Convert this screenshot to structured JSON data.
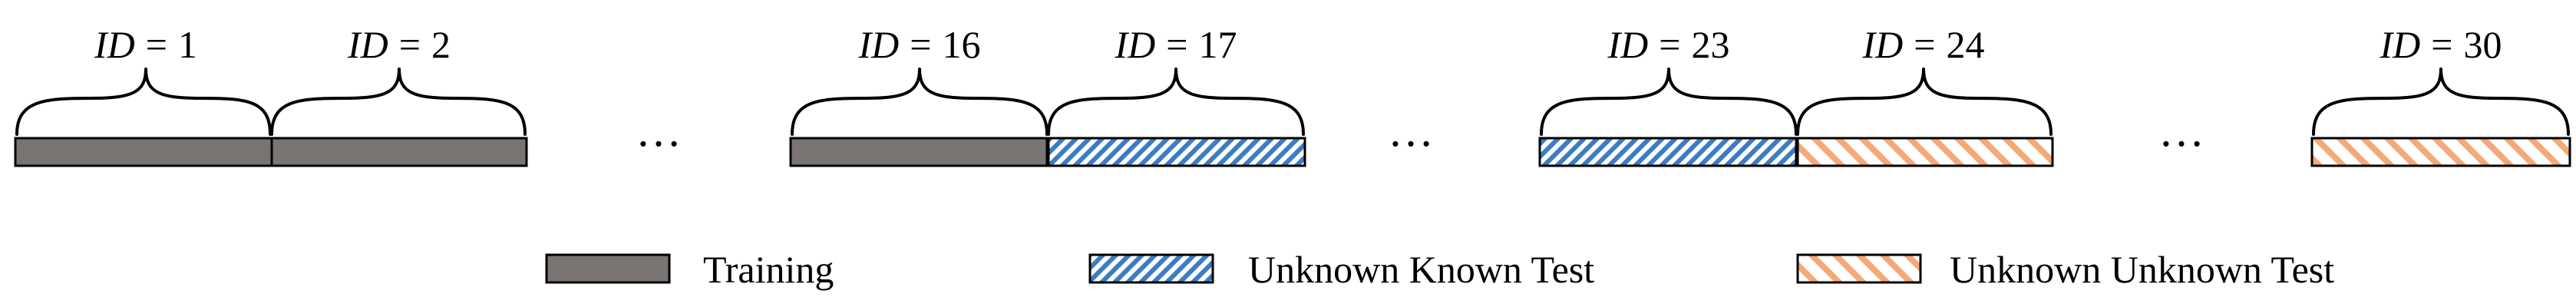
{
  "segments": [
    {
      "id_label": "ID",
      "eq": "=",
      "id_value": "1",
      "category": "training"
    },
    {
      "id_label": "ID",
      "eq": "=",
      "id_value": "2",
      "category": "training"
    },
    {
      "id_label": "ID",
      "eq": "=",
      "id_value": "16",
      "category": "training"
    },
    {
      "id_label": "ID",
      "eq": "=",
      "id_value": "17",
      "category": "unknown_known"
    },
    {
      "id_label": "ID",
      "eq": "=",
      "id_value": "23",
      "category": "unknown_known"
    },
    {
      "id_label": "ID",
      "eq": "=",
      "id_value": "24",
      "category": "unknown_unknown"
    },
    {
      "id_label": "ID",
      "eq": "=",
      "id_value": "30",
      "category": "unknown_unknown"
    }
  ],
  "ellipsis": "…",
  "legend": {
    "training": {
      "label": "Training",
      "color": "#7a7473"
    },
    "unknown_known": {
      "label": "Unknown Known Test",
      "color": "#3d7cc0"
    },
    "unknown_unknown": {
      "label": "Unknown Unknown Test",
      "color": "#f5a978"
    }
  }
}
